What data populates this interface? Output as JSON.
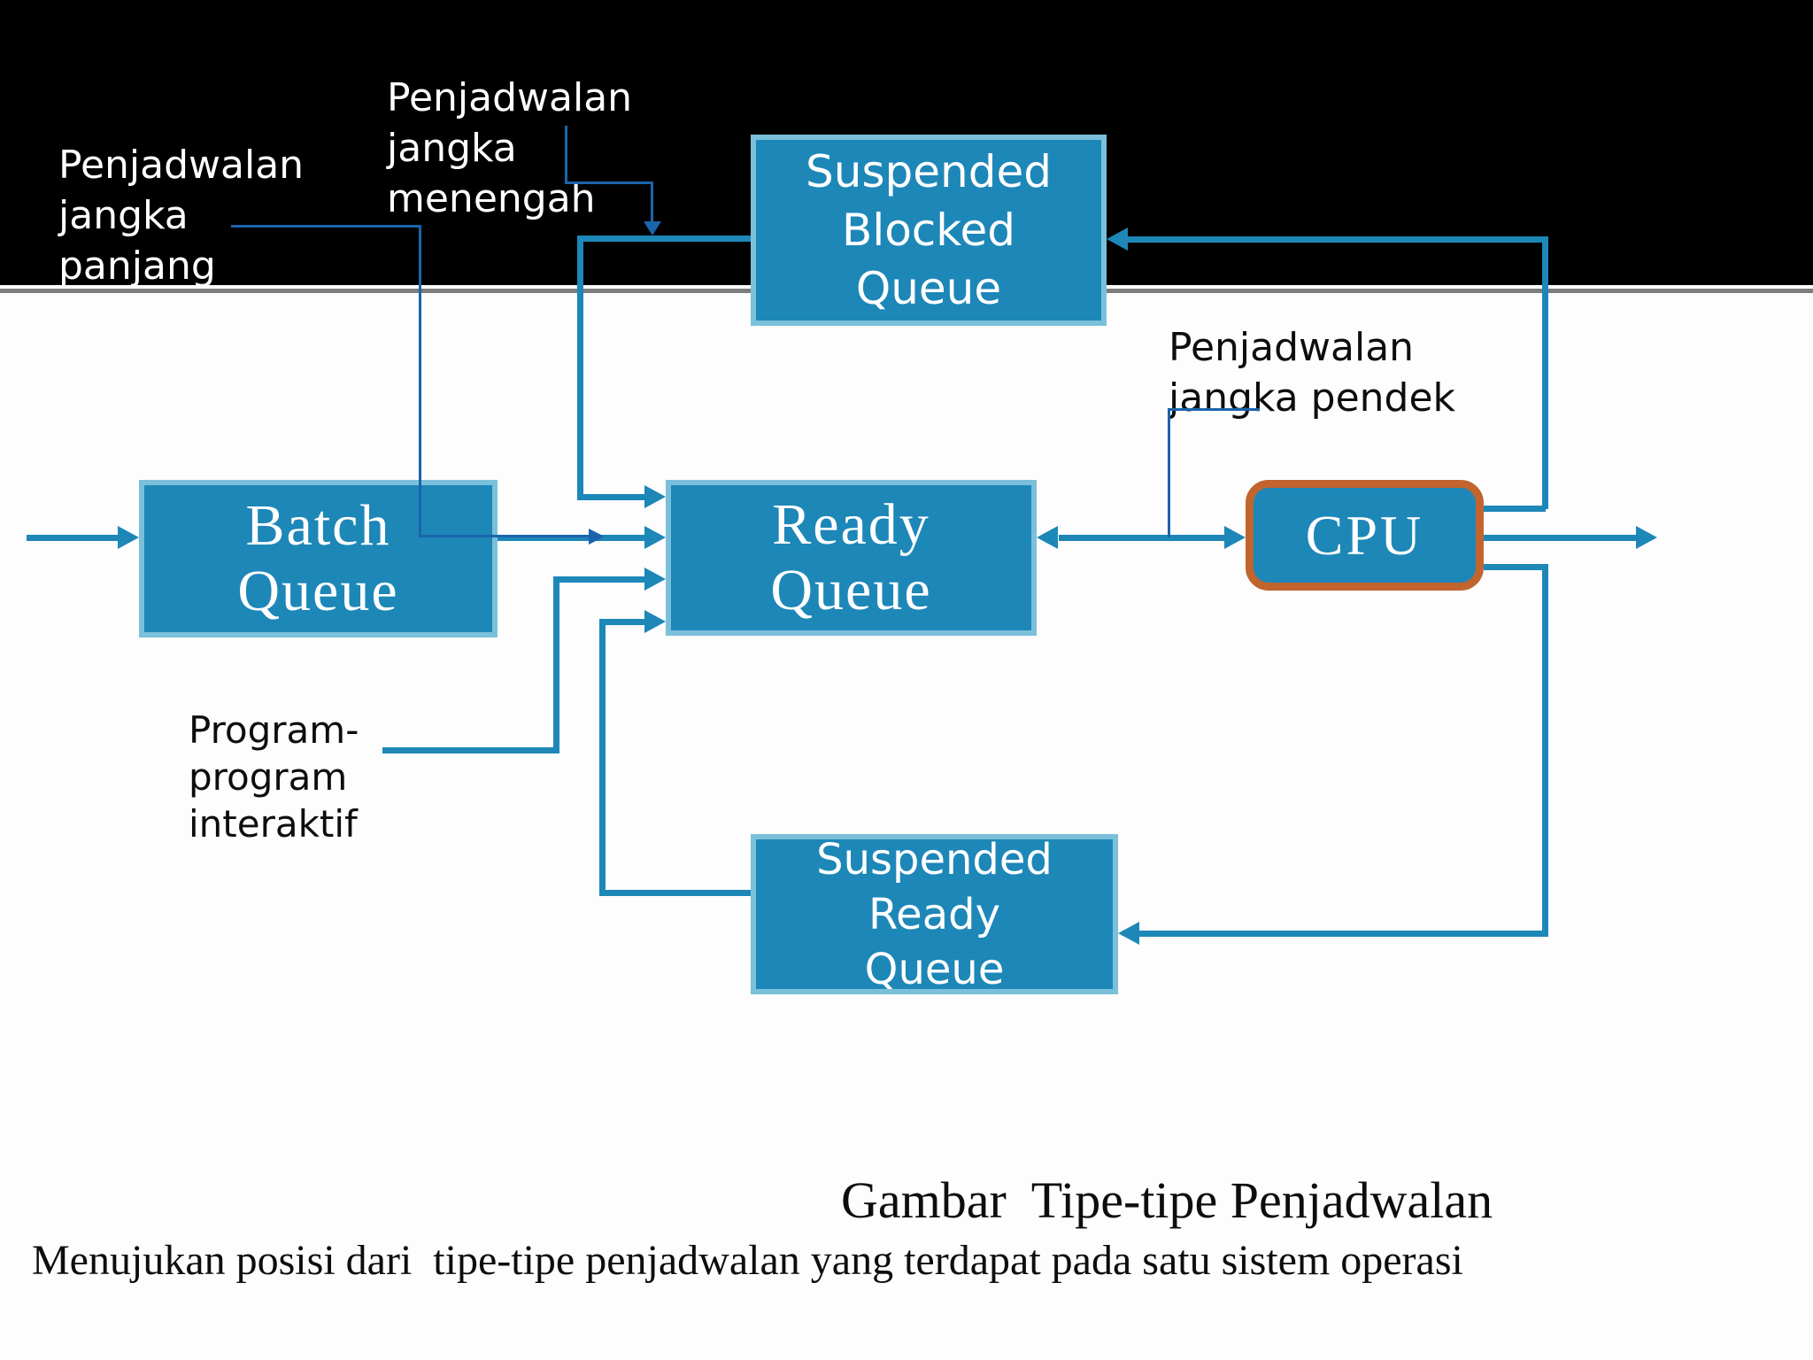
{
  "theme": {
    "black_band": "#000000",
    "divider": "#7d7d7d",
    "box_fill": "#1d87b8",
    "box_border": "#7bc0da",
    "line_thick": "#1d87b8",
    "line_thin": "#1a64ad",
    "cpu_border": "#c2642e",
    "text_white": "#ffffff",
    "text_black": "#0d0d0d",
    "bg": "#fdfdfd"
  },
  "labels": {
    "long_term": {
      "lines": [
        "Penjadwalan",
        "jangka",
        "panjang"
      ]
    },
    "medium_term": {
      "lines": [
        "Penjadwalan",
        "jangka",
        "menengah"
      ]
    },
    "short_term": {
      "lines": [
        "Penjadwalan",
        "jangka pendek"
      ]
    },
    "interactive": {
      "lines": [
        "Program-",
        "program",
        "interaktif"
      ]
    }
  },
  "boxes": {
    "suspended_blocked": {
      "lines": [
        "Suspended",
        "Blocked",
        "Queue"
      ]
    },
    "batch": {
      "lines": [
        "Batch",
        "Queue"
      ]
    },
    "ready": {
      "lines": [
        "Ready",
        "Queue"
      ]
    },
    "cpu": {
      "label": "CPU"
    },
    "suspended_ready": {
      "lines": [
        "Suspended",
        "Ready",
        "Queue"
      ]
    }
  },
  "caption": {
    "title": "Gambar  Tipe-tipe Penjadwalan",
    "description": "Menujukan posisi dari  tipe-tipe penjadwalan yang terdapat pada satu sistem operasi"
  }
}
